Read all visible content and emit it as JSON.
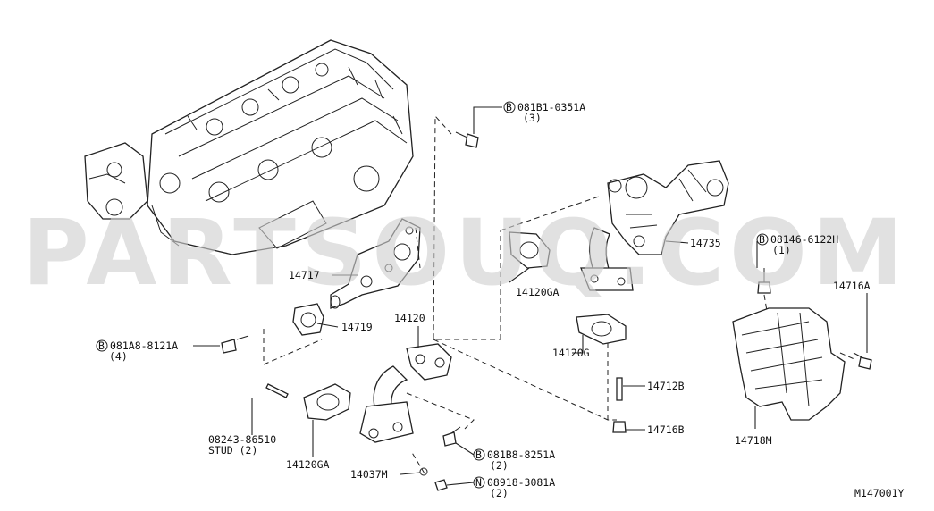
{
  "watermark": "PARTSOUQ.COM",
  "diagram_code": "M147001Y",
  "callouts": {
    "p081b1": {
      "prefix": "B",
      "code": "081B1-0351A",
      "qty": "(3)"
    },
    "p08146": {
      "prefix": "B",
      "code": "08146-6122H",
      "qty": "(1)"
    },
    "p081a8": {
      "prefix": "B",
      "code": "081A8-8121A",
      "qty": "(4)"
    },
    "p081b8": {
      "prefix": "B",
      "code": "081B8-8251A",
      "qty": "(2)"
    },
    "p08918": {
      "prefix": "N",
      "code": "08918-3081A",
      "qty": "(2)"
    },
    "p08243": {
      "code": "08243-86510",
      "qty": "STUD (2)"
    }
  },
  "labels": {
    "l14735": "14735",
    "l14120ga_top": "14120GA",
    "l14717": "14717",
    "l14719": "14719",
    "l14120": "14120",
    "l14120g": "14120G",
    "l14712b": "14712B",
    "l14716b": "14716B",
    "l14716a": "14716A",
    "l14718m": "14718M",
    "l14120ga_bot": "14120GA",
    "l14037m": "14037M"
  }
}
